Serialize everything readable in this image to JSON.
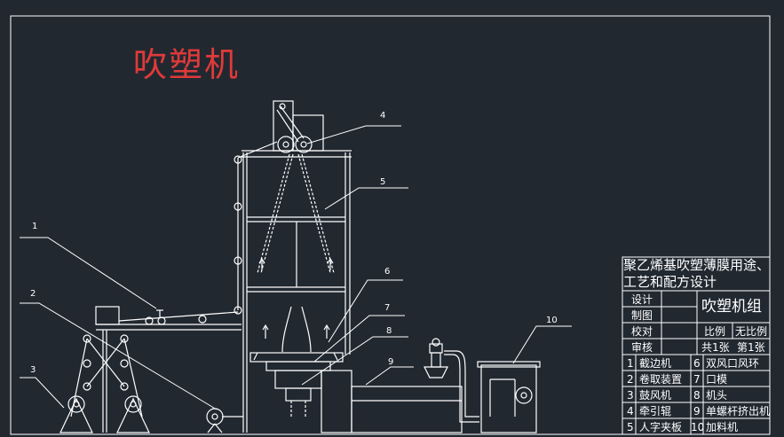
{
  "title": "吹塑机",
  "callouts": [
    "1",
    "2",
    "3",
    "4",
    "5",
    "6",
    "7",
    "8",
    "9",
    "10"
  ],
  "title_block": {
    "heading_line1": "聚乙烯基吹塑薄膜用途、",
    "heading_line2": "工艺和配方设计",
    "drawing_name": "吹塑机组",
    "roles": [
      "设计",
      "制图",
      "校对",
      "审核"
    ],
    "scale_label": "比例",
    "scale_value": "无比例",
    "sheets_total": "共1张",
    "sheet_no": "第1张"
  },
  "parts_list": [
    {
      "no": "1",
      "name": "截边机"
    },
    {
      "no": "2",
      "name": "卷取装置"
    },
    {
      "no": "3",
      "name": "鼓风机"
    },
    {
      "no": "4",
      "name": "牵引辊"
    },
    {
      "no": "5",
      "name": "人字夹板"
    },
    {
      "no": "6",
      "name": "双风口风环"
    },
    {
      "no": "7",
      "name": "口模"
    },
    {
      "no": "8",
      "name": "机头"
    },
    {
      "no": "9",
      "name": "单螺杆挤出机"
    },
    {
      "no": "10",
      "name": "加料机"
    }
  ],
  "colors": {
    "background": "#212830",
    "lines": "#ffffff",
    "title": "#e03a3a"
  }
}
